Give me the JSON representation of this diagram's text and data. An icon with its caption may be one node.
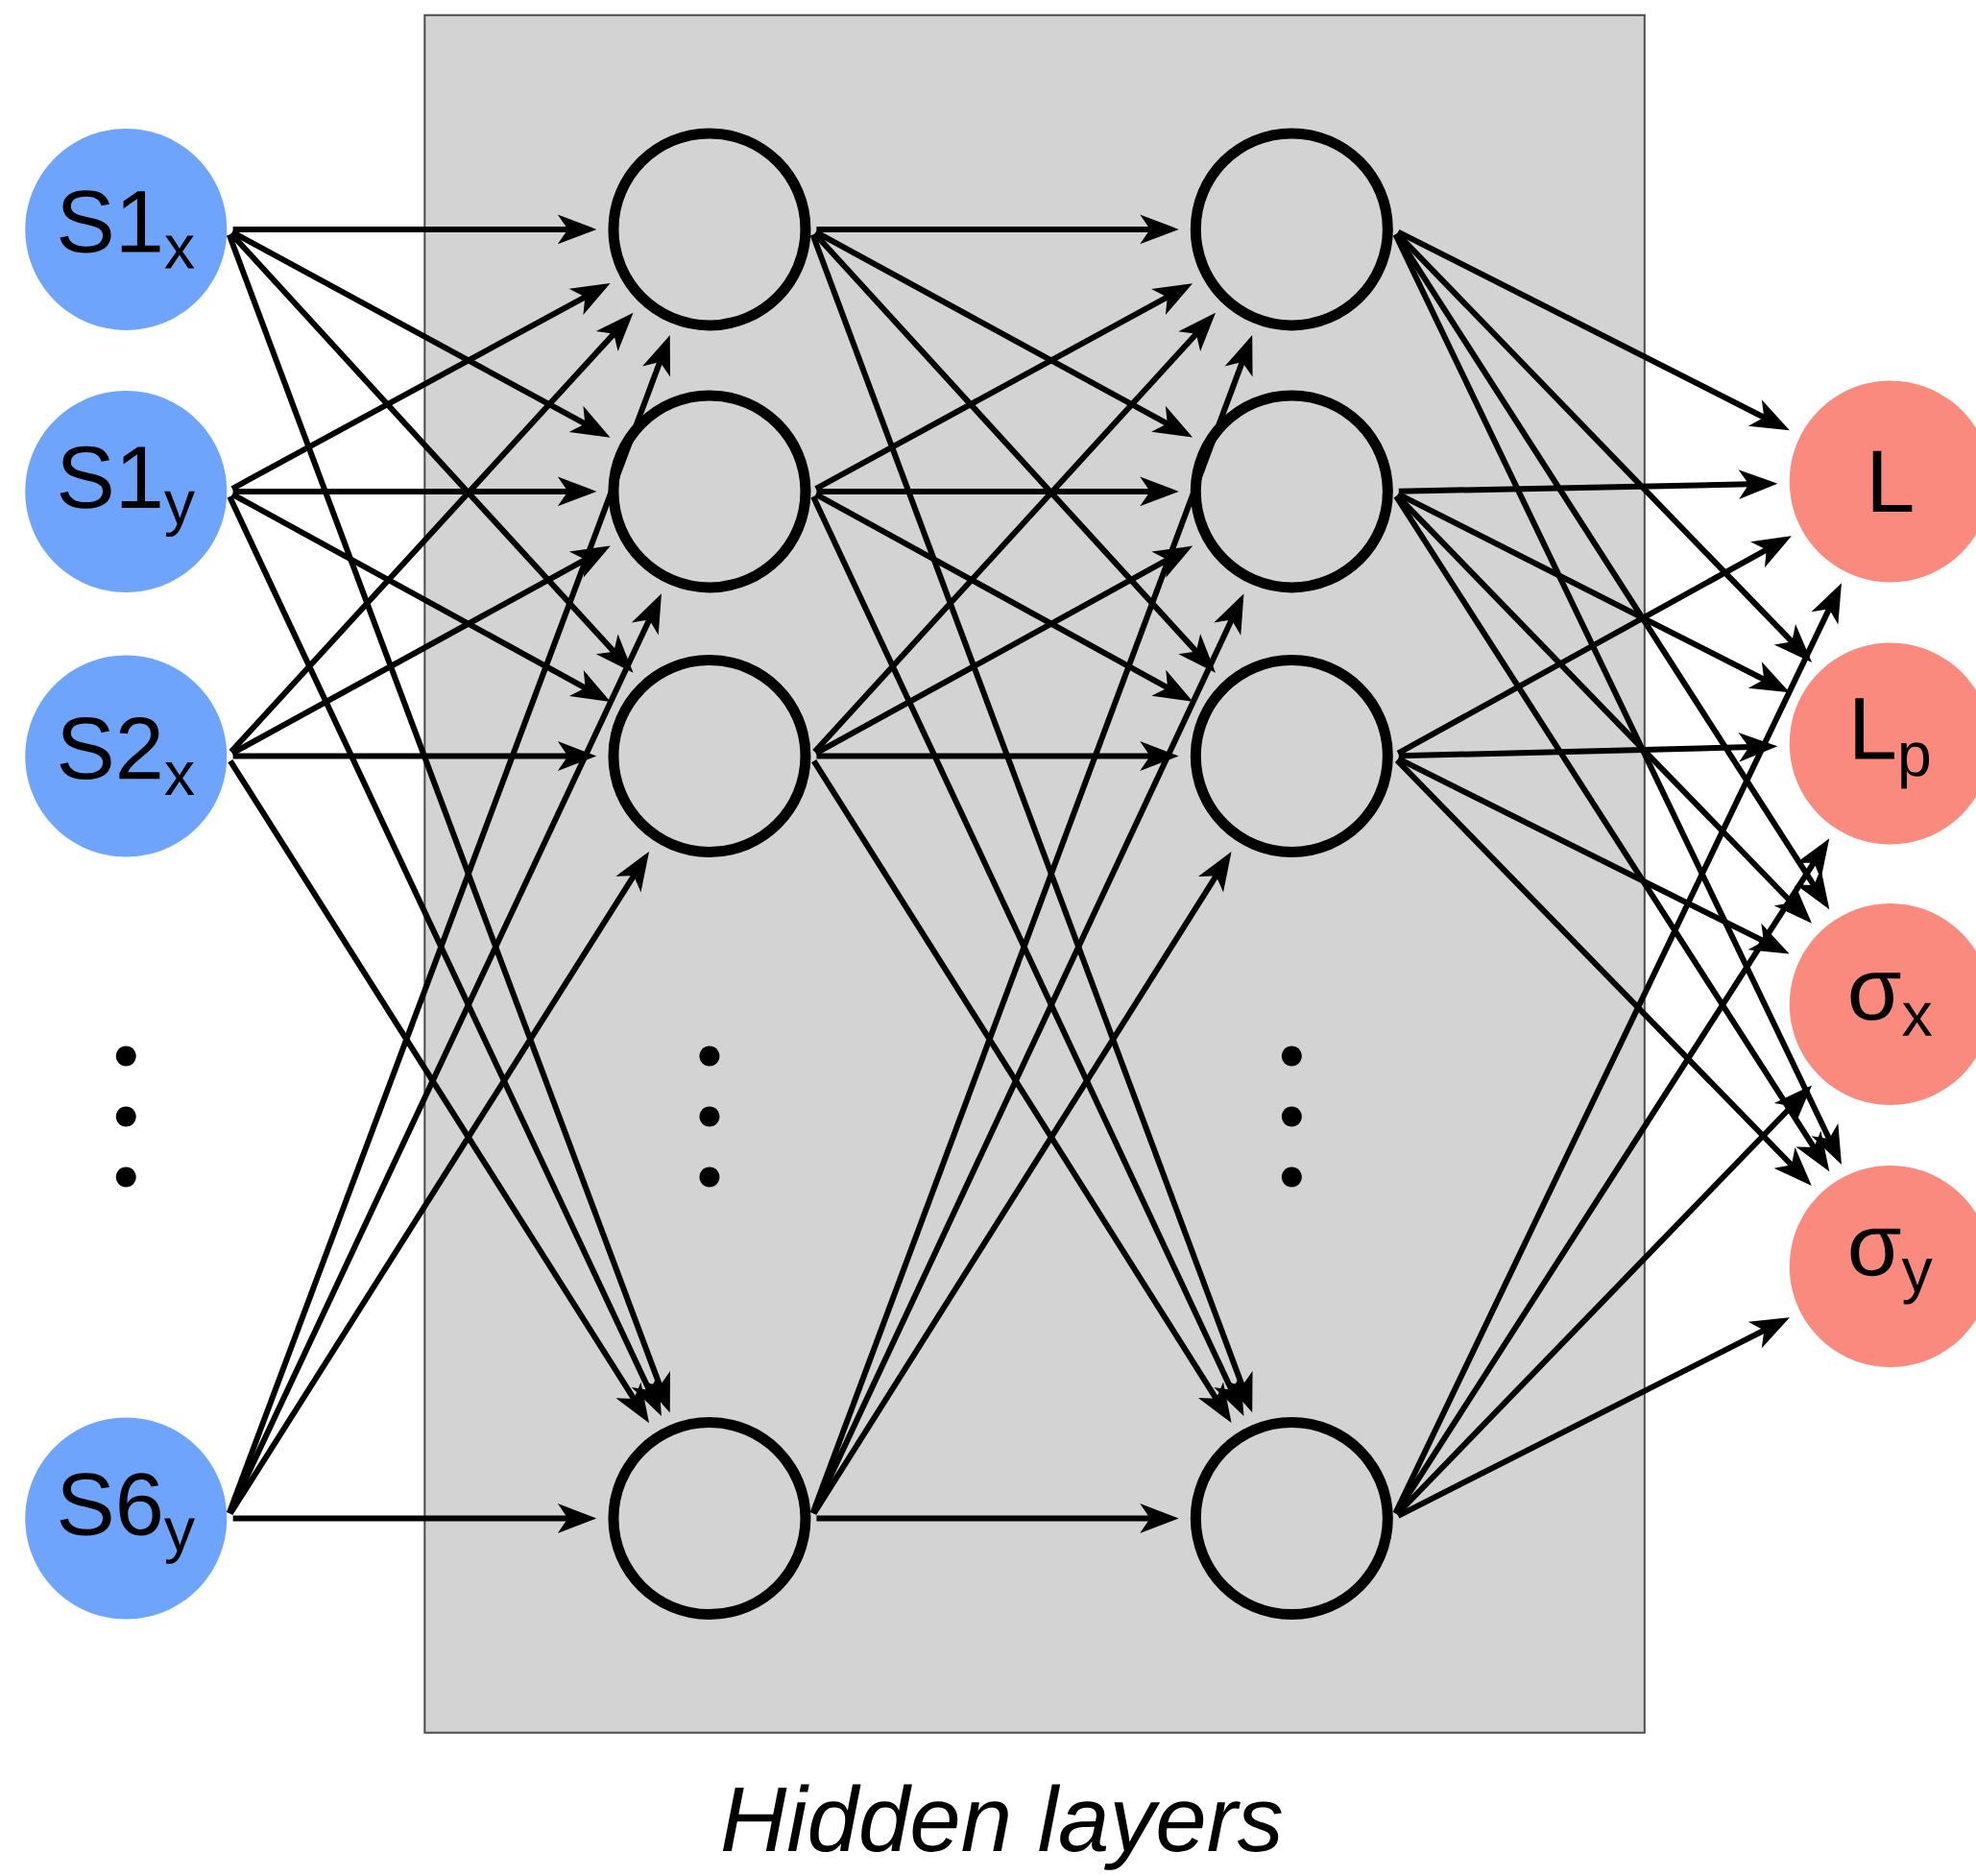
{
  "diagram": {
    "nodes": [
      {
        "text": [
          "Hidden layers"
        ]
      },
      {
        "text": [
          "S1$_{x}$"
        ]
      },
      {
        "text": [
          "S1$_{y}$"
        ]
      },
      {
        "text": [
          "S2$_{x}$"
        ]
      },
      {
        "text": [
          "S6$_{y}$"
        ]
      },
      {
        "text": [],
        "shape": "circle",
        "in": 0
      },
      {
        "text": [],
        "shape": "circle",
        "in": 0
      },
      {
        "text": [],
        "shape": "circle",
        "in": 0
      },
      {
        "text": [],
        "shape": "circle",
        "in": 0
      },
      {
        "text": [],
        "shape": "circle",
        "in": 0
      },
      {
        "text": [],
        "shape": "circle",
        "in": 0
      },
      {
        "text": [],
        "shape": "circle",
        "in": 0
      },
      {
        "text": [],
        "shape": "circle",
        "in": 0
      },
      {
        "text": [
          "L"
        ]
      },
      {
        "text": [
          "L$_{p}$"
        ]
      },
      {
        "text": [
          "σ$_{x}$"
        ]
      },
      {
        "text": [
          "σ$_{y}$"
        ]
      }
    ],
    "edges": [
      {
        "from": 1,
        "to": 5,
        "arrow": "to"
      },
      {
        "from": 1,
        "to": 6,
        "arrow": "to"
      },
      {
        "from": 1,
        "to": 7,
        "arrow": "to"
      },
      {
        "from": 1,
        "to": 8,
        "arrow": "to"
      },
      {
        "from": 2,
        "to": 5,
        "arrow": "to"
      },
      {
        "from": 2,
        "to": 6,
        "arrow": "to"
      },
      {
        "from": 2,
        "to": 7,
        "arrow": "to"
      },
      {
        "from": 2,
        "to": 8,
        "arrow": "to"
      },
      {
        "from": 3,
        "to": 5,
        "arrow": "to"
      },
      {
        "from": 3,
        "to": 6,
        "arrow": "to"
      },
      {
        "from": 3,
        "to": 7,
        "arrow": "to"
      },
      {
        "from": 3,
        "to": 8,
        "arrow": "to"
      },
      {
        "from": 4,
        "to": 5,
        "arrow": "to"
      },
      {
        "from": 4,
        "to": 6,
        "arrow": "to"
      },
      {
        "from": 4,
        "to": 7,
        "arrow": "to"
      },
      {
        "from": 4,
        "to": 8,
        "arrow": "to"
      },
      {
        "from": 5,
        "to": 9,
        "arrow": "to"
      },
      {
        "from": 5,
        "to": 10,
        "arrow": "to"
      },
      {
        "from": 5,
        "to": 11,
        "arrow": "to"
      },
      {
        "from": 5,
        "to": 12,
        "arrow": "to"
      },
      {
        "from": 6,
        "to": 9,
        "arrow": "to"
      },
      {
        "from": 6,
        "to": 10,
        "arrow": "to"
      },
      {
        "from": 6,
        "to": 11,
        "arrow": "to"
      },
      {
        "from": 6,
        "to": 12,
        "arrow": "to"
      },
      {
        "from": 7,
        "to": 9,
        "arrow": "to"
      },
      {
        "from": 7,
        "to": 10,
        "arrow": "to"
      },
      {
        "from": 7,
        "to": 11,
        "arrow": "to"
      },
      {
        "from": 7,
        "to": 12,
        "arrow": "to"
      },
      {
        "from": 8,
        "to": 9,
        "arrow": "to"
      },
      {
        "from": 8,
        "to": 10,
        "arrow": "to"
      },
      {
        "from": 8,
        "to": 11,
        "arrow": "to"
      },
      {
        "from": 8,
        "to": 12,
        "arrow": "to"
      },
      {
        "from": 9,
        "to": 13,
        "arrow": "to"
      },
      {
        "from": 9,
        "to": 14,
        "arrow": "to"
      },
      {
        "from": 9,
        "to": 15,
        "arrow": "to"
      },
      {
        "from": 9,
        "to": 16,
        "arrow": "to"
      },
      {
        "from": 10,
        "to": 13,
        "arrow": "to"
      },
      {
        "from": 10,
        "to": 14,
        "arrow": "to"
      },
      {
        "from": 10,
        "to": 15,
        "arrow": "to"
      },
      {
        "from": 10,
        "to": 16,
        "arrow": "to"
      },
      {
        "from": 11,
        "to": 13,
        "arrow": "to"
      },
      {
        "from": 11,
        "to": 14,
        "arrow": "to"
      },
      {
        "from": 11,
        "to": 15,
        "arrow": "to"
      },
      {
        "from": 11,
        "to": 16,
        "arrow": "to"
      },
      {
        "from": 12,
        "to": 13,
        "arrow": "to"
      },
      {
        "from": 12,
        "to": 14,
        "arrow": "to"
      },
      {
        "from": 12,
        "to": 15,
        "arrow": "to"
      },
      {
        "from": 12,
        "to": 16,
        "arrow": "to"
      }
    ]
  }
}
